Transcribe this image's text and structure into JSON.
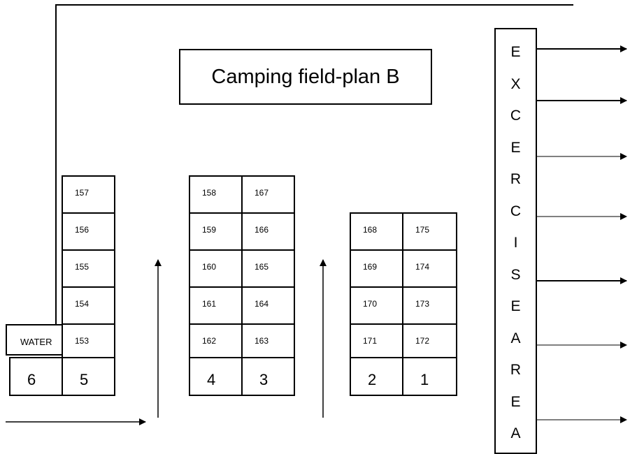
{
  "title": "Camping field-plan B",
  "water_label": "WATER",
  "exercise_area_letters": [
    "E",
    "X",
    "C",
    "E",
    "R",
    "C",
    "I",
    "S",
    "E",
    "A",
    "R",
    "E",
    "A"
  ],
  "blocks": [
    {
      "id": "block-6-5",
      "columns": [
        {
          "row_label": "6",
          "sites": []
        },
        {
          "row_label": "5",
          "sites": [
            "157",
            "156",
            "155",
            "154",
            "153"
          ]
        }
      ]
    },
    {
      "id": "block-4-3",
      "columns": [
        {
          "row_label": "4",
          "sites": [
            "158",
            "159",
            "160",
            "161",
            "162"
          ]
        },
        {
          "row_label": "3",
          "sites": [
            "167",
            "166",
            "165",
            "164",
            "163"
          ]
        }
      ]
    },
    {
      "id": "block-2-1",
      "columns": [
        {
          "row_label": "2",
          "sites": [
            "168",
            "169",
            "170",
            "171"
          ]
        },
        {
          "row_label": "1",
          "sites": [
            "175",
            "174",
            "173",
            "172"
          ]
        }
      ]
    }
  ],
  "colors": {
    "line": "#000000",
    "background": "#ffffff"
  }
}
